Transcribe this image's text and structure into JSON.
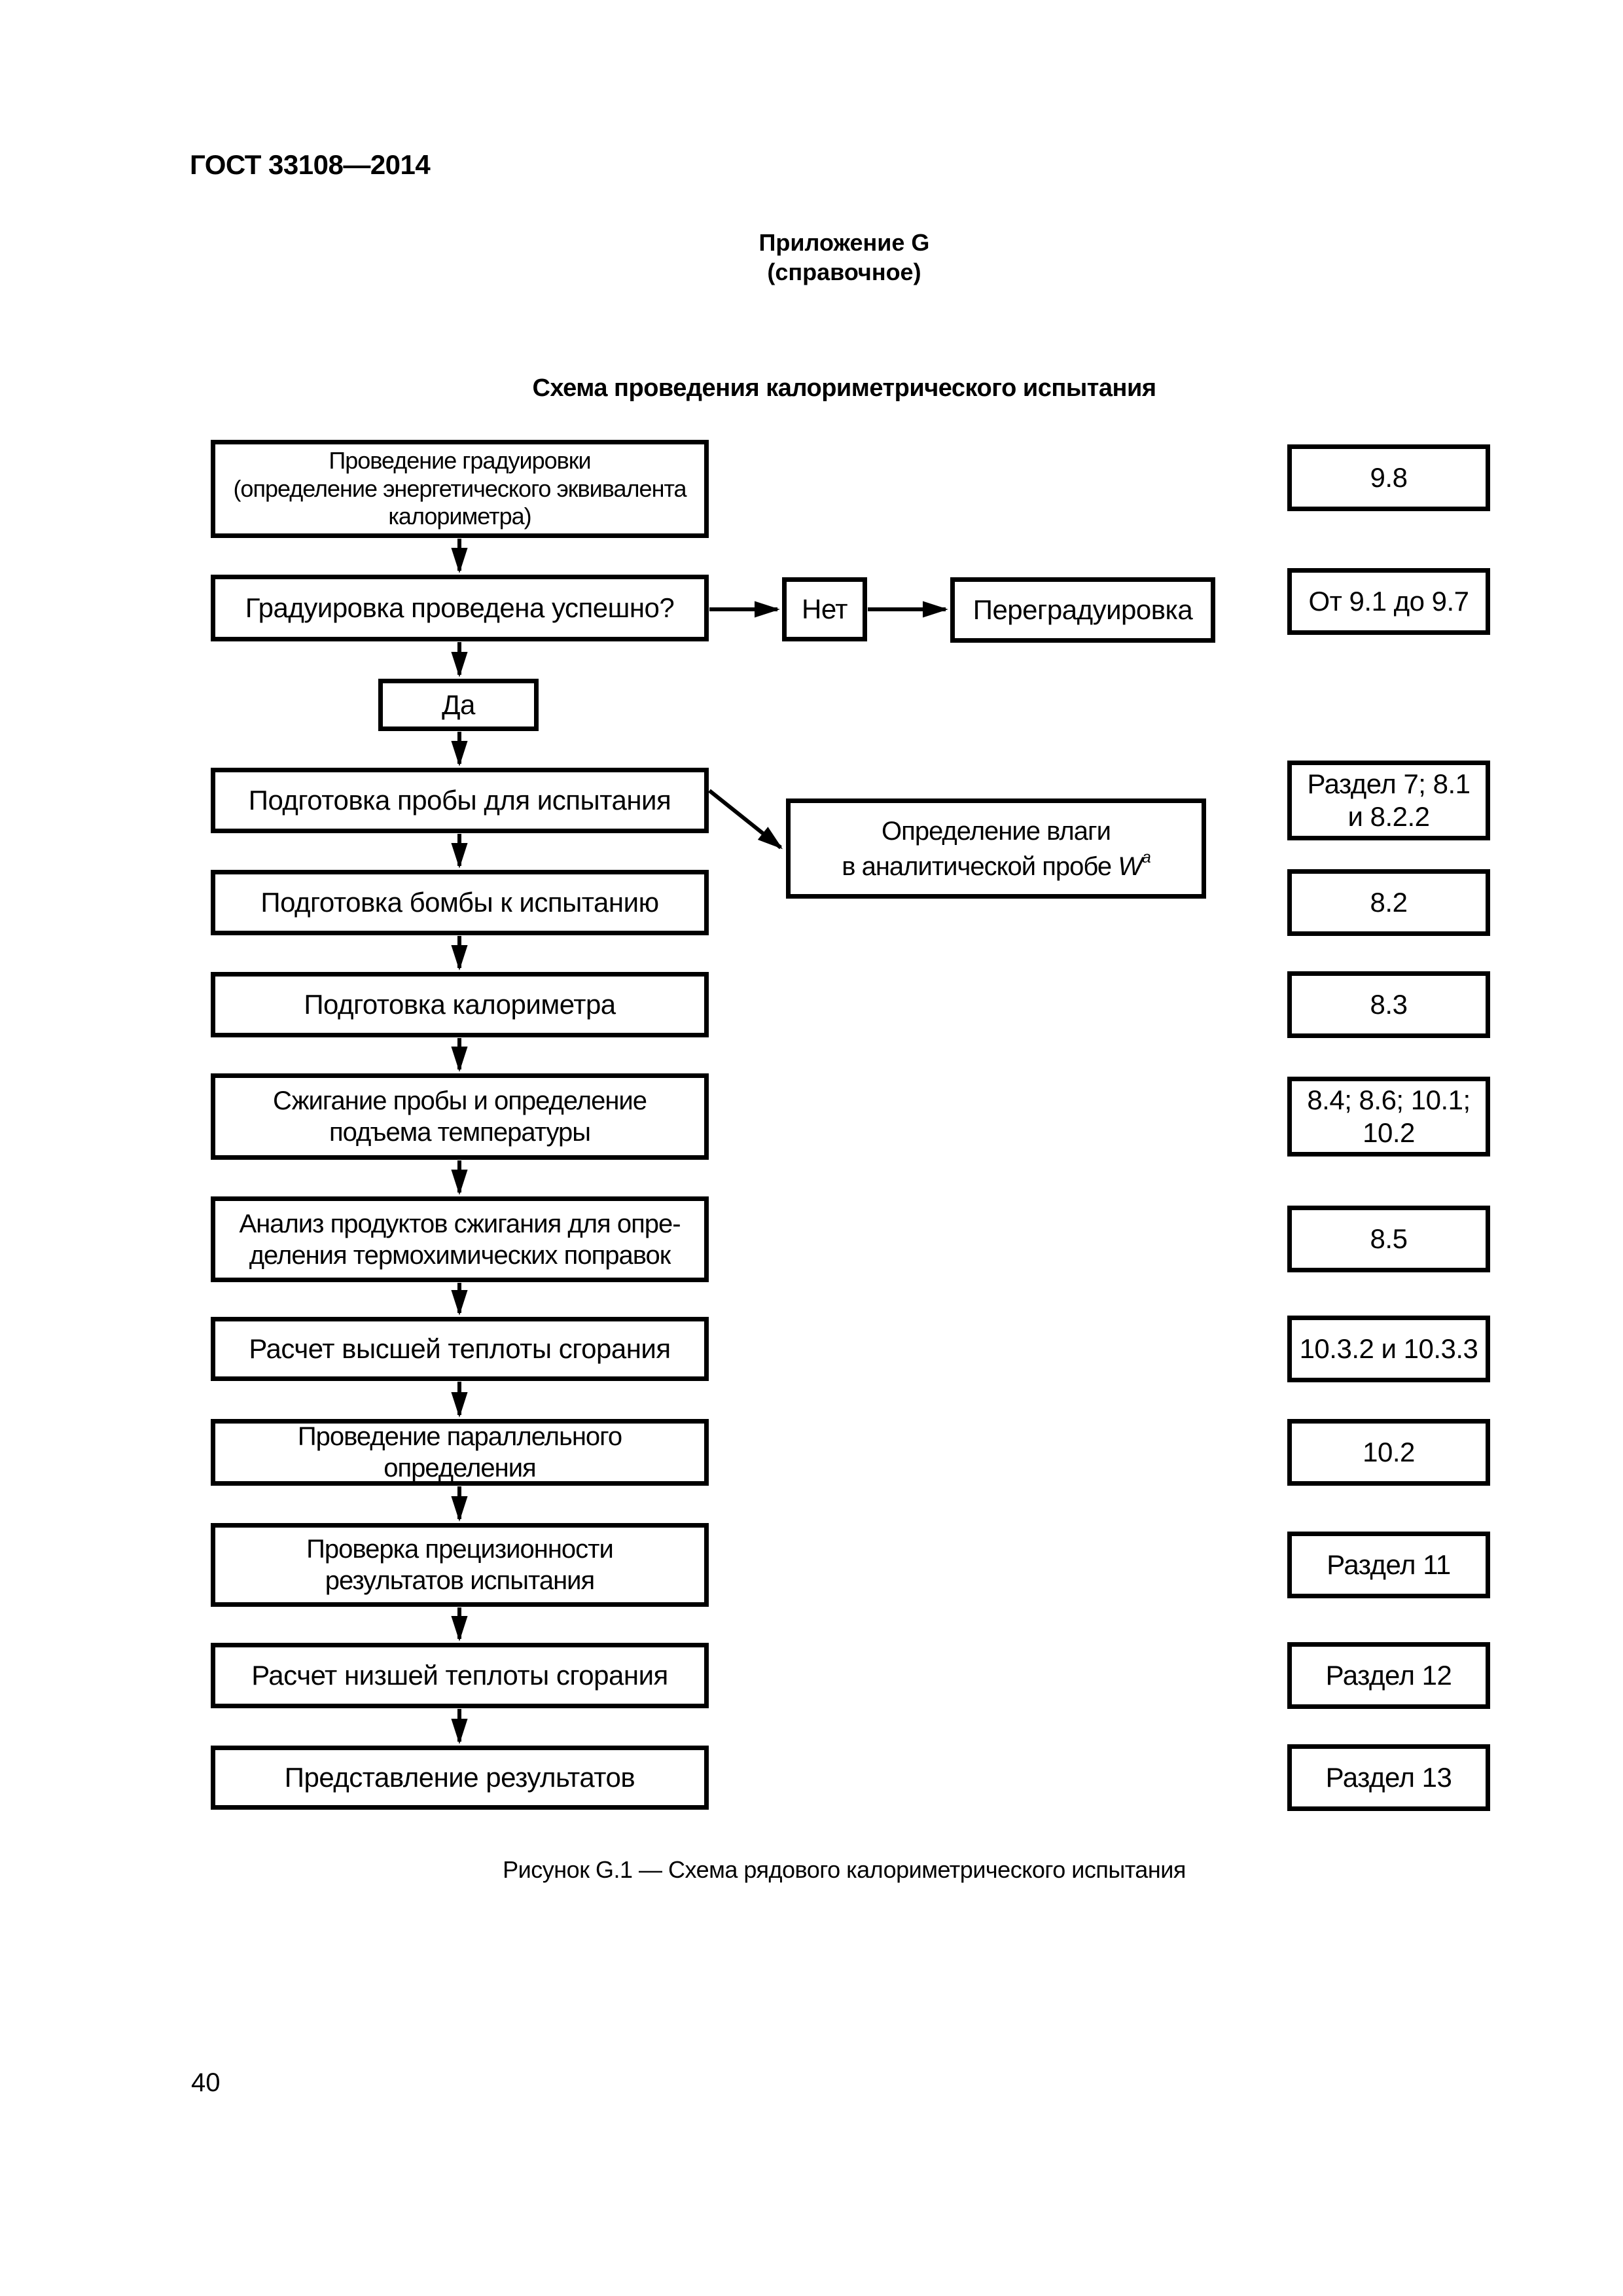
{
  "document": {
    "standard_number": "ГОСТ 33108—2014",
    "appendix_title": "Приложение G",
    "appendix_subtitle": "(справочное)",
    "figure_title": "Схема проведения калориметрического испытания",
    "figure_caption": "Рисунок G.1 — Схема рядового калориметрического испытания",
    "page_number": "40"
  },
  "colors": {
    "ink": "#000000",
    "paper": "#ffffff"
  },
  "flowchart": {
    "boxes": {
      "calibration": "Проведение градуировки\n(определение энергетического эквивалента\nкалориметра)",
      "check": "Градуировка проведена успешно?",
      "yes": "Да",
      "no": "Нет",
      "recalibration": "Переградуировка",
      "sample_prep": "Подготовка пробы для испытания",
      "moisture_line1": "Определение влаги",
      "moisture_line2_prefix": "в аналитической пробе ",
      "moisture_symbol": "W",
      "moisture_sup": "a",
      "bomb_prep": "Подготовка бомбы к испытанию",
      "calorimeter_prep": "Подготовка калориметра",
      "combustion": "Сжигание пробы и определение\nподъема температуры",
      "analysis": "Анализ продуктов сжигания для опре-\nделения термохимических поправок",
      "gross_heat": "Расчет высшей теплоты сгорания",
      "duplicate": "Проведение параллельного\nопределения",
      "precision": "Проверка прецизионности\nрезультатов испытания",
      "net_heat": "Расчет низшей теплоты сгорания",
      "results": "Представление результатов"
    },
    "references": [
      "9.8",
      "От 9.1 до 9.7",
      "Раздел 7; 8.1\nи 8.2.2",
      "8.2",
      "8.3",
      "8.4; 8.6; 10.1;\n10.2",
      "8.5",
      "10.3.2 и 10.3.3",
      "10.2",
      "Раздел 11",
      "Раздел 12",
      "Раздел 13"
    ]
  }
}
